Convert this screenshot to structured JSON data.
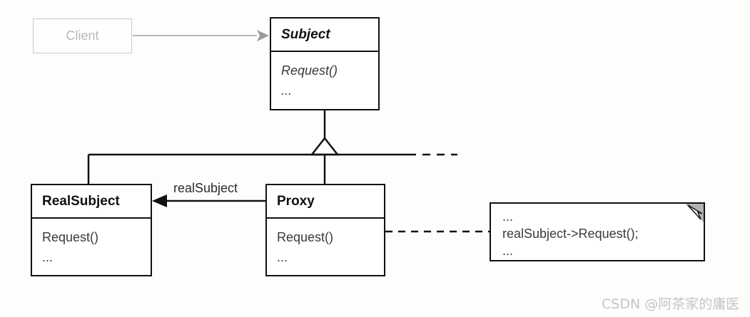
{
  "diagram": {
    "title": "Proxy pattern UML class diagram",
    "background_color": "#fdfdfb",
    "line_color": "#111111",
    "muted_color": "#c9c9c9"
  },
  "client": {
    "label": "Client"
  },
  "subject": {
    "name": "Subject",
    "members": [
      "Request()",
      "..."
    ]
  },
  "real_subject": {
    "name": "RealSubject",
    "members": [
      "Request()",
      "..."
    ]
  },
  "proxy": {
    "name": "Proxy",
    "members": [
      "Request()",
      "..."
    ]
  },
  "association": {
    "label": "realSubject"
  },
  "note": {
    "lines": [
      "...",
      "realSubject->Request();",
      "..."
    ]
  },
  "watermark": {
    "text": "CSDN @阿茶家的庸医"
  }
}
